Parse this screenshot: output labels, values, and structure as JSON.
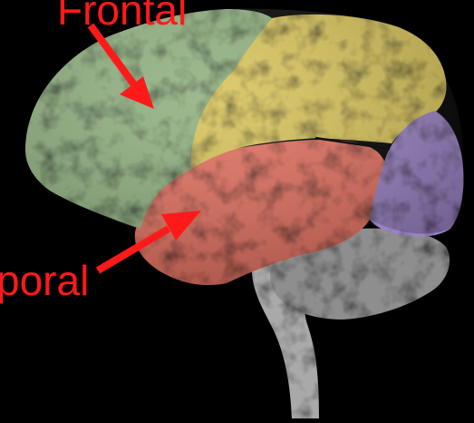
{
  "labels": {
    "frontal": "Frontal",
    "temporal": "poral"
  },
  "regions": [
    {
      "id": "frontal-lobe",
      "color": "#8fb07f"
    },
    {
      "id": "parietal-lobe",
      "color": "#d8c45a"
    },
    {
      "id": "temporal-lobe",
      "color": "#e2705f"
    },
    {
      "id": "occipital-lobe",
      "color": "#9a82c4"
    },
    {
      "id": "cerebellum",
      "color": "#8e8e8e"
    },
    {
      "id": "brainstem",
      "color": "#a9a9a9"
    }
  ],
  "colors": {
    "arrow": "#ff1a1a",
    "background": "#000000",
    "fold_dark": "#2a2a2a",
    "boundary_line": "#111111"
  }
}
